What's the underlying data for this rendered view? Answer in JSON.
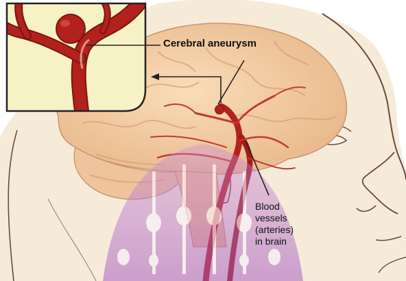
{
  "labels": {
    "aneurysm": "Cerebral aneurysm",
    "vessels_lines": [
      "Blood",
      "vessels",
      "(arteries)",
      "in brain"
    ]
  },
  "colors": {
    "skin_outline": "#6b4a3a",
    "skin": "#f6ebd9",
    "brain": "#f2c9a0",
    "artery": "#b3211d",
    "artery_dark": "#7a1512",
    "inset_bg": "#f7f2c6",
    "watermark": "#b06fc8"
  }
}
